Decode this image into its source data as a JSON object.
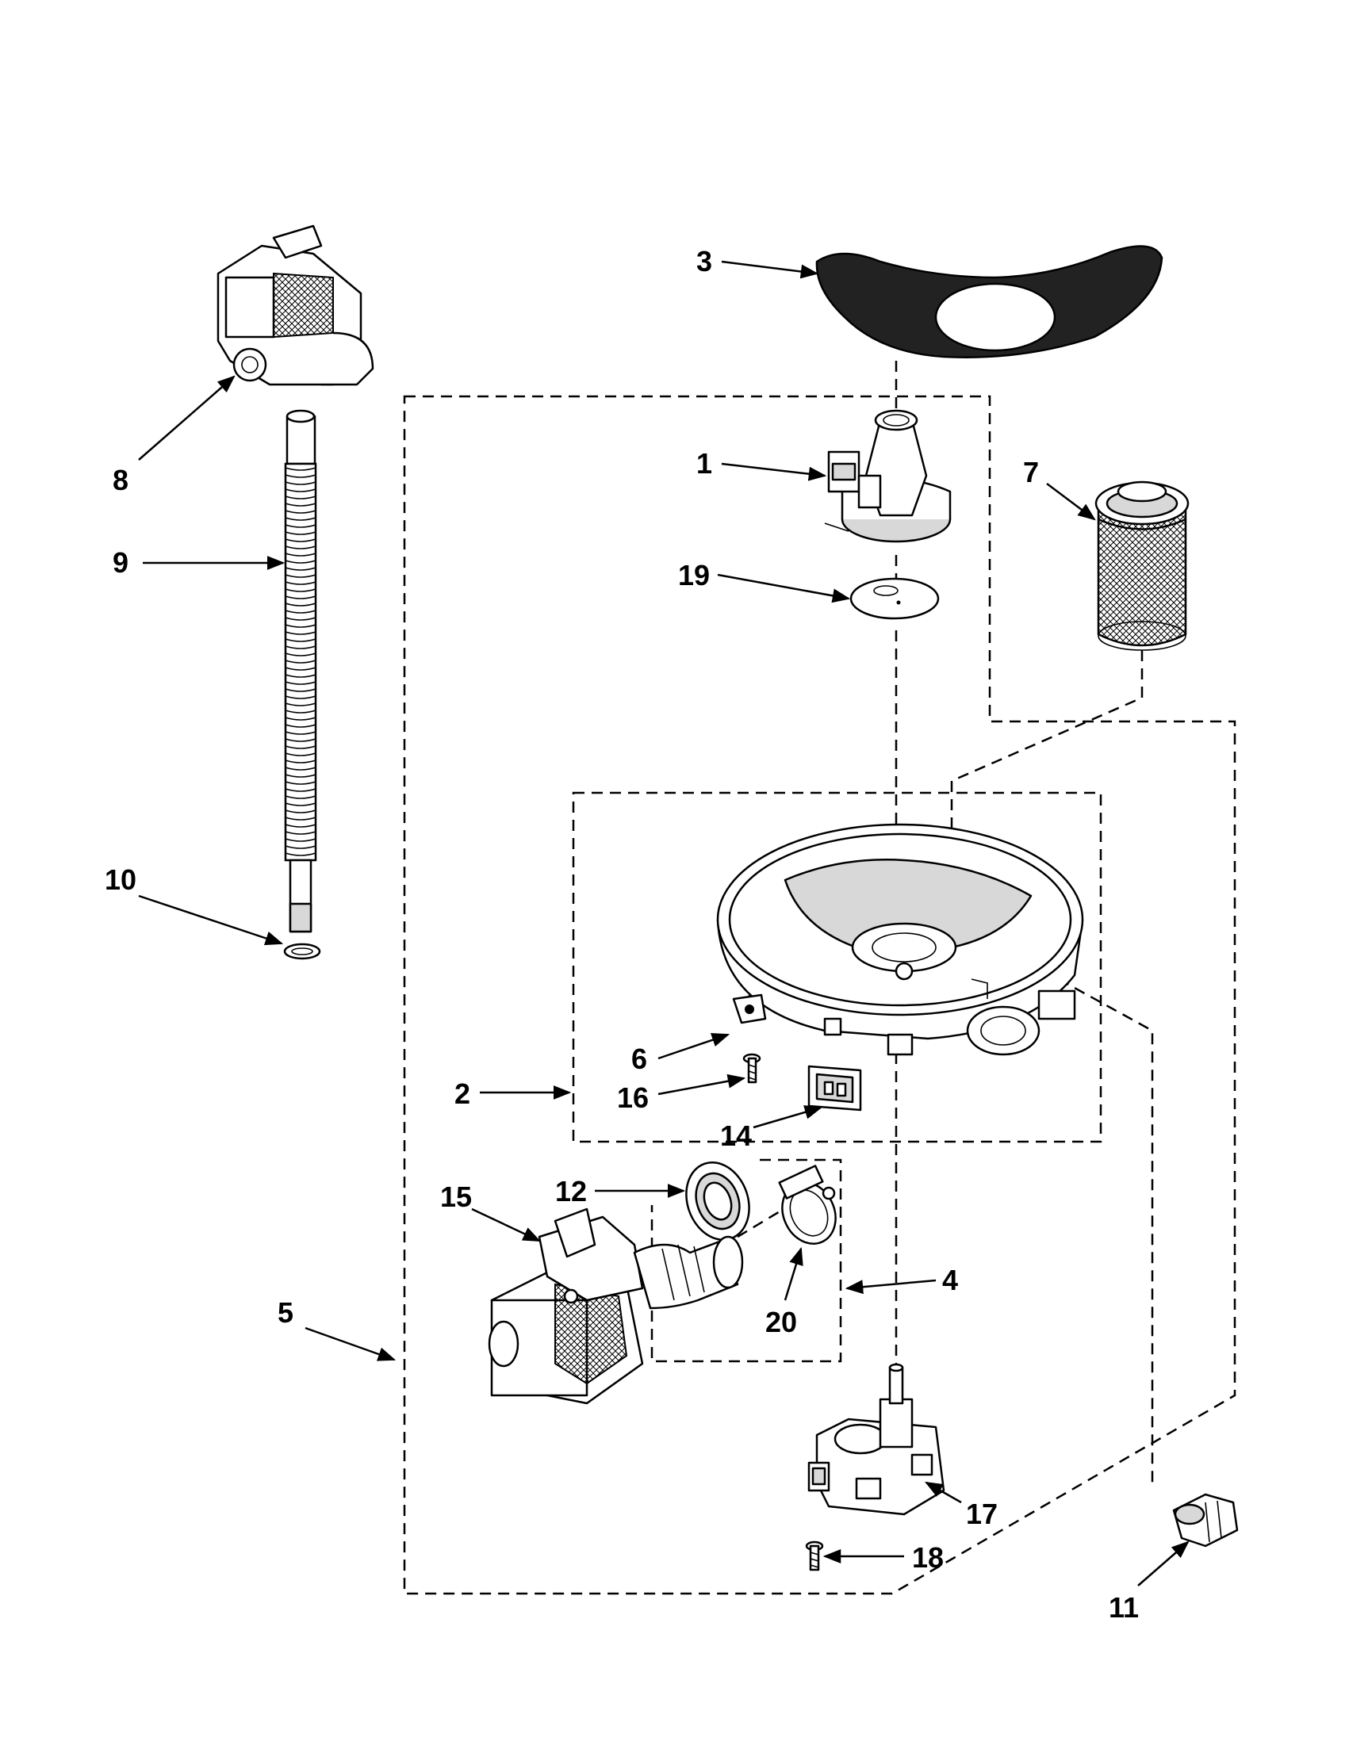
{
  "callouts": [
    {
      "id": "1",
      "label": "1"
    },
    {
      "id": "2",
      "label": "2"
    },
    {
      "id": "3",
      "label": "3"
    },
    {
      "id": "4",
      "label": "4"
    },
    {
      "id": "5",
      "label": "5"
    },
    {
      "id": "6",
      "label": "6"
    },
    {
      "id": "7",
      "label": "7"
    },
    {
      "id": "8",
      "label": "8"
    },
    {
      "id": "9",
      "label": "9"
    },
    {
      "id": "10",
      "label": "10"
    },
    {
      "id": "11",
      "label": "11"
    },
    {
      "id": "12",
      "label": "12"
    },
    {
      "id": "14",
      "label": "14"
    },
    {
      "id": "15",
      "label": "15"
    },
    {
      "id": "16",
      "label": "16"
    },
    {
      "id": "17",
      "label": "17"
    },
    {
      "id": "18",
      "label": "18"
    },
    {
      "id": "19",
      "label": "19"
    },
    {
      "id": "20",
      "label": "20"
    }
  ]
}
